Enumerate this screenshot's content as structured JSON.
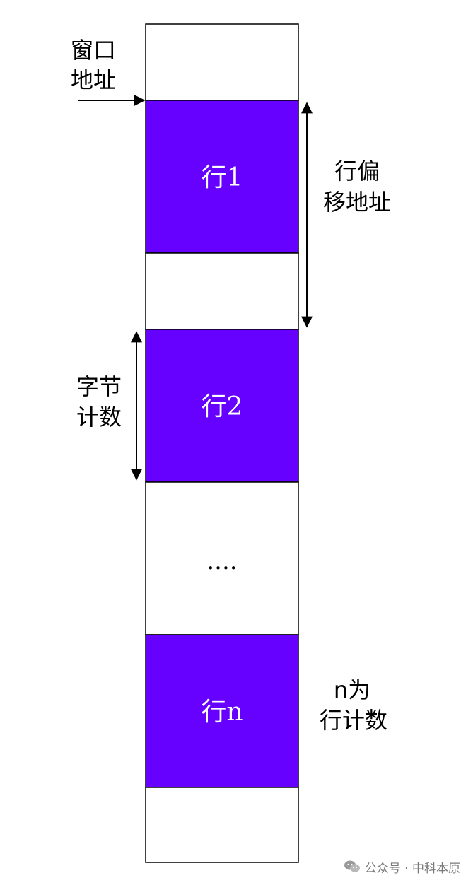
{
  "blocks": [
    {
      "label": "",
      "color": "white"
    },
    {
      "label": "行1",
      "color": "purple"
    },
    {
      "label": "",
      "color": "white"
    },
    {
      "label": "行2",
      "color": "purple"
    },
    {
      "label": "....",
      "color": "white"
    },
    {
      "label": "行n",
      "color": "purple"
    },
    {
      "label": "",
      "color": "white"
    }
  ],
  "annotations": {
    "window_address": [
      "窗口",
      "地址"
    ],
    "row_offset_address": [
      "行偏",
      "移地址"
    ],
    "byte_count": [
      "字节",
      "计数"
    ],
    "row_count_note": [
      "n为",
      "行计数"
    ]
  },
  "colors": {
    "row_fill": "#6600ff",
    "empty_fill": "#ffffff",
    "stroke": "#000000"
  },
  "watermark": {
    "icon": "wechat-icon",
    "text": "公众号 · 中科本原"
  }
}
